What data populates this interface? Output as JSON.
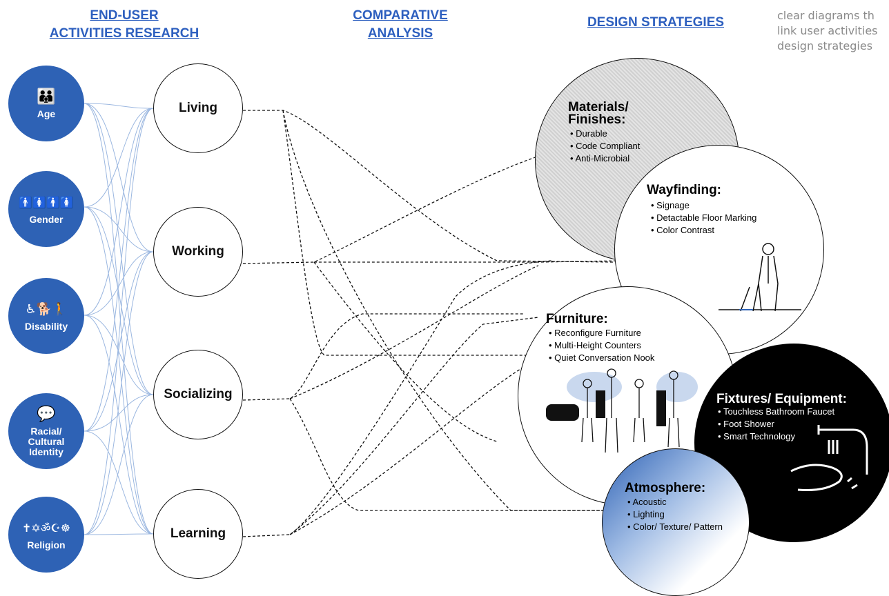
{
  "headings": {
    "research": [
      "END-USER",
      "ACTIVITIES RESEARCH"
    ],
    "analysis": [
      "COMPARATIVE",
      "ANALYSIS"
    ],
    "strategies": "DESIGN STRATEGIES"
  },
  "side_note": [
    "clear diagrams th",
    "link user activities",
    "design strategies"
  ],
  "user_groups": [
    {
      "label": "Age",
      "icon_name": "family-age-icon",
      "icon": "👪"
    },
    {
      "label": "Gender",
      "icon_name": "gender-people-icon",
      "icon": "🚹🚺🚹🚺"
    },
    {
      "label": "Disability",
      "icon_name": "disability-icon",
      "icon": "♿🐕🚶"
    },
    {
      "label": "Racial/ Cultural Identity",
      "icon_name": "language-speech-icon",
      "icon": "💬"
    },
    {
      "label": "Religion",
      "icon_name": "religious-symbols-icon",
      "icon": "✝✡ॐ☪☸"
    }
  ],
  "activities": [
    "Living",
    "Working",
    "Socializing",
    "Learning"
  ],
  "strategies": {
    "materials": {
      "title": [
        "Materials/",
        "Finishes:"
      ],
      "items": [
        "Durable",
        "Code Compliant",
        "Anti-Microbial"
      ]
    },
    "wayfinding": {
      "title": [
        "Wayfinding:"
      ],
      "items": [
        "Signage",
        "Detactable Floor Marking",
        "Color Contrast"
      ]
    },
    "furniture": {
      "title": [
        "Furniture:"
      ],
      "items": [
        "Reconfigure Furniture",
        "Multi-Height Counters",
        "Quiet Conversation Nook"
      ]
    },
    "fixtures": {
      "title": [
        "Fixtures/ Equipment:"
      ],
      "items": [
        "Touchless Bathroom Faucet",
        "Foot Shower",
        "Smart Technology"
      ]
    },
    "atmosphere": {
      "title": [
        "Atmosphere:"
      ],
      "items": [
        "Acoustic",
        "Lighting",
        "Color/ Texture/ Pattern"
      ]
    }
  },
  "colors": {
    "accent": "#2e62b5",
    "link_line": "#9bb7e0",
    "fixtures_bg": "#000000",
    "materials_bg": "#d9d9d9"
  }
}
